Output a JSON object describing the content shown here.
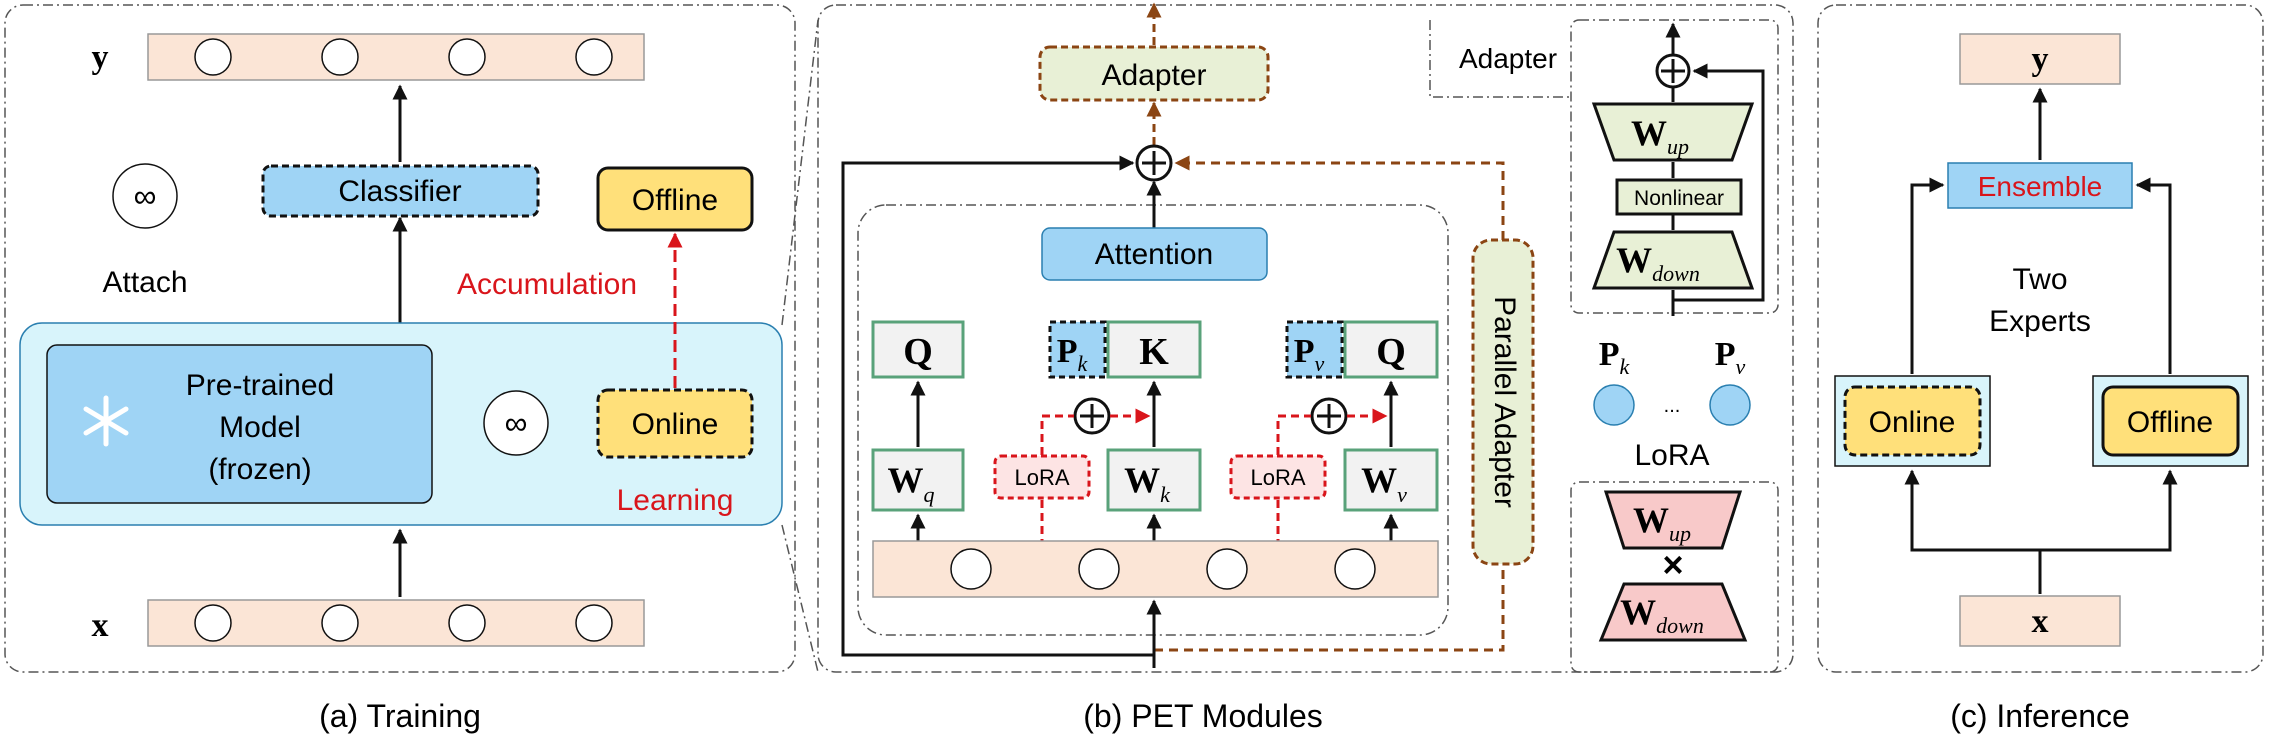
{
  "panel_a": {
    "caption": "(a) Training",
    "y_label": "y",
    "x_label": "x",
    "classifier": "Classifier",
    "offline": "Offline",
    "online": "Online",
    "accumulation": "Accumulation",
    "learning": "Learning",
    "attach": "Attach",
    "model_line1": "Pre-trained",
    "model_line2": "Model",
    "model_line3": "(frozen)"
  },
  "panel_b": {
    "caption": "(b) PET Modules",
    "adapter": "Adapter",
    "attention": "Attention",
    "q_left": "Q",
    "k": "K",
    "q_right": "Q",
    "p_k": "P",
    "p_k_sub": "k",
    "p_v": "P",
    "p_v_sub": "v",
    "w_q": "W",
    "w_q_sub": "q",
    "w_k": "W",
    "w_k_sub": "k",
    "w_v": "W",
    "w_v_sub": "v",
    "lora": "LoRA",
    "parallel_adapter": "Parallel Adapter",
    "legend": {
      "adapter_title": "Adapter",
      "w_up": "W",
      "w_up_sub": "up",
      "nonlinear": "Nonlinear",
      "w_down": "W",
      "w_down_sub": "down",
      "p_k": "P",
      "p_k_sub": "k",
      "p_v": "P",
      "p_v_sub": "v",
      "ellipsis": "...",
      "lora_title": "LoRA",
      "lora_w_up": "W",
      "lora_w_up_sub": "up",
      "times": "×",
      "lora_w_down": "W",
      "lora_w_down_sub": "down"
    }
  },
  "panel_c": {
    "caption": "(c) Inference",
    "y_label": "y",
    "x_label": "x",
    "ensemble": "Ensemble",
    "two": "Two",
    "experts": "Experts",
    "online": "Online",
    "offline": "Offline"
  },
  "colors": {
    "peach": "#fbe5d6",
    "blue": "#9fd4f5",
    "cyan": "#d8f4fb",
    "yellow": "#ffe07a",
    "green_fill": "#e8f0d6",
    "pink": "#f8c9c9",
    "lora_pink": "#fde4e4",
    "red": "#d9151b",
    "brown": "#8b4513",
    "green_border": "#59a27a"
  },
  "icons": [
    "infinity-icon",
    "snowflake-icon",
    "plus-icon"
  ]
}
